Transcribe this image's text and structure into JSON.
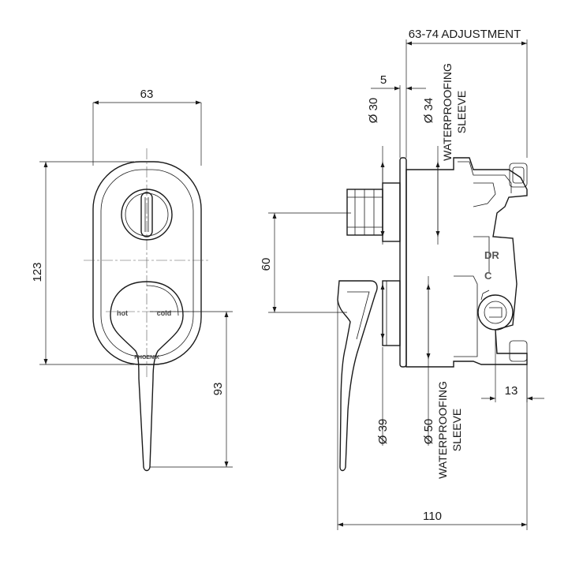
{
  "front_view": {
    "width_dim": "63",
    "height_dim": "123",
    "lever_dim": "93",
    "hot_label": "hot",
    "cold_label": "cold",
    "brand_mark": "PHOENIX"
  },
  "side_view": {
    "adjustment_dim": "63-74 ADJUSTMENT",
    "offset_dim": "5",
    "dia30": "Ø 30",
    "dia34": "Ø 34",
    "sleeve_top_line1": "WATERPROOFING",
    "sleeve_top_line2": "SLEEVE",
    "centres_dim": "60",
    "dia39": "Ø 39",
    "dia50": "Ø 50",
    "sleeve_bottom_line1": "WATERPROOFING",
    "sleeve_bottom_line2": "SLEEVE",
    "outlet_dim": "13",
    "depth_dim": "110",
    "port_label_dr": "DR",
    "port_label_c": "C"
  }
}
